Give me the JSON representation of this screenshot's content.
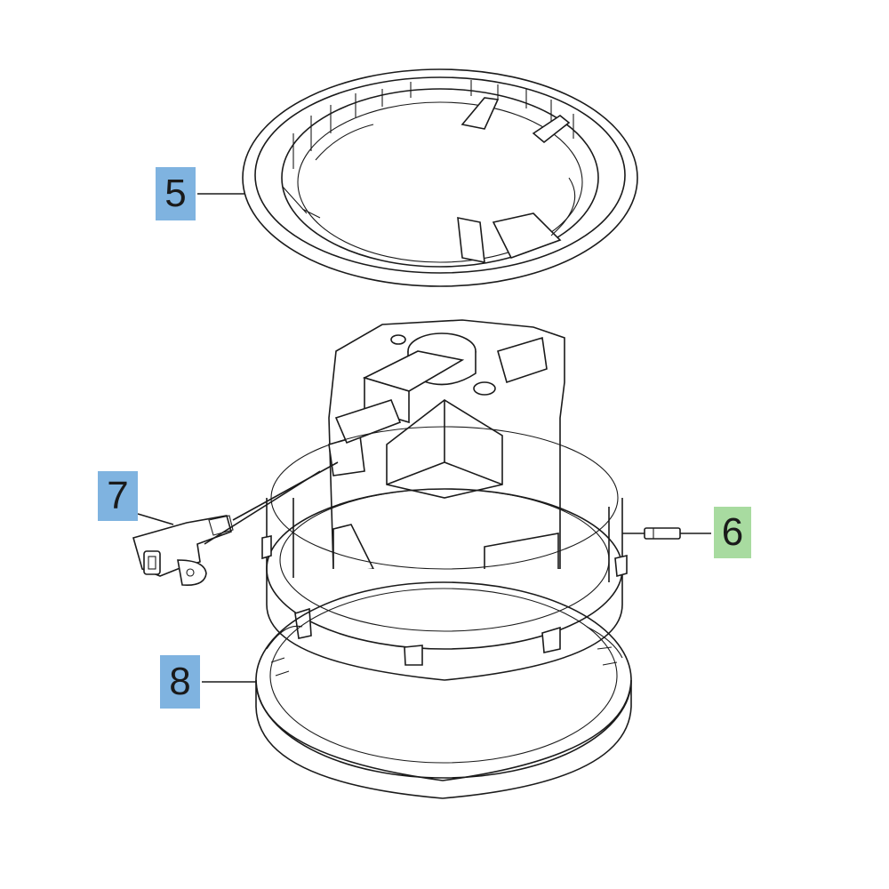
{
  "callouts": [
    {
      "id": "5",
      "label": "5",
      "color": "#7fb3e0"
    },
    {
      "id": "6",
      "label": "6",
      "color": "#a8dba0"
    },
    {
      "id": "7",
      "label": "7",
      "color": "#7fb3e0"
    },
    {
      "id": "8",
      "label": "8",
      "color": "#7fb3e0"
    }
  ]
}
